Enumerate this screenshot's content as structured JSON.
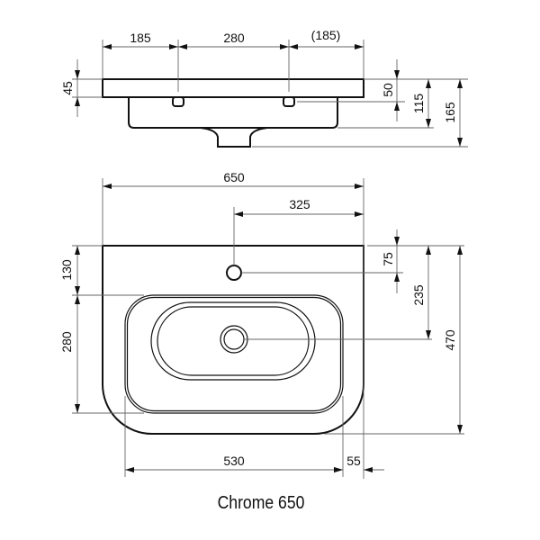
{
  "title": "Chrome 650",
  "side_view": {
    "dim_left_hole": "185",
    "dim_hole_spacing": "280",
    "dim_right_hole": "(185)",
    "dim_rim_height": "45",
    "dim_hole_depth": "50",
    "dim_bowl_depth": "115",
    "dim_total_height": "165"
  },
  "top_view": {
    "dim_width": "650",
    "dim_tap_offset": "325",
    "dim_tap_from_back": "75",
    "dim_drain_from_back": "235",
    "dim_depth": "470",
    "dim_back_to_bowl": "130",
    "dim_bowl_depth": "280",
    "dim_bowl_width": "530",
    "dim_side_margin": "55"
  }
}
